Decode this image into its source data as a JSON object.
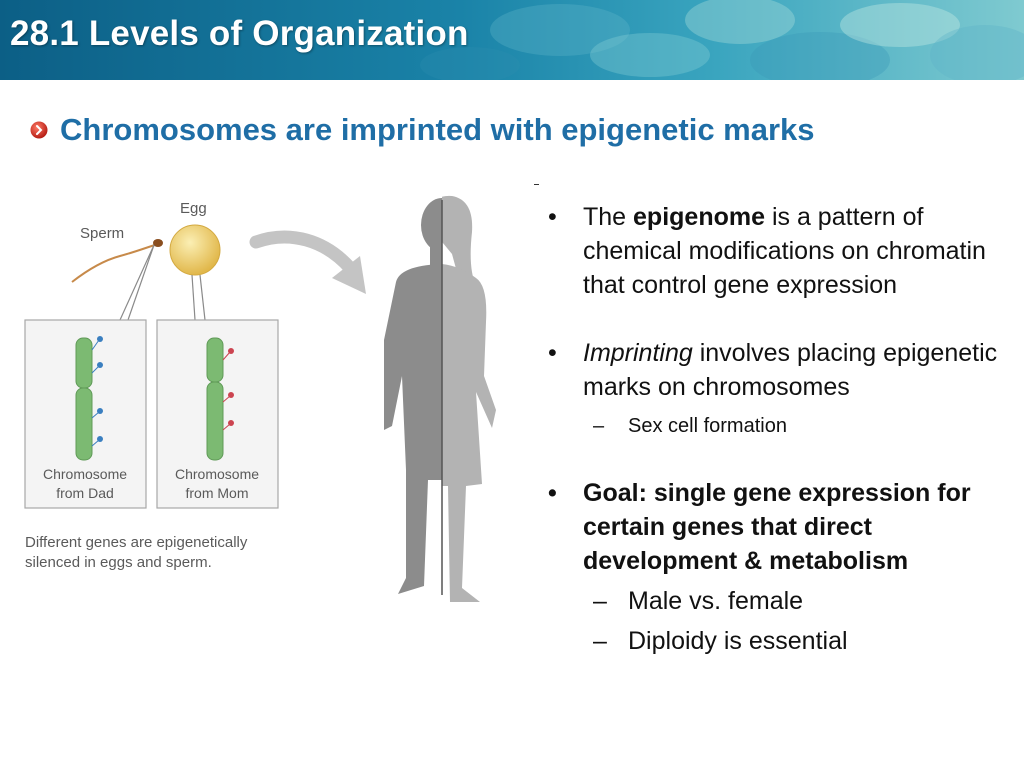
{
  "header": {
    "title": "28.1 Levels of Organization"
  },
  "slide": {
    "subtitle": "Chromosomes are imprinted with epigenetic marks"
  },
  "figure": {
    "labels": {
      "sperm": "Sperm",
      "egg": "Egg",
      "dad_line1": "Chromosome",
      "dad_line2": "from Dad",
      "mom_line1": "Chromosome",
      "mom_line2": "from Mom",
      "caption_line1": "Different genes are epigenetically",
      "caption_line2": "silenced in eggs and sperm."
    },
    "colors": {
      "dad_mark": "#3a7fc0",
      "mom_mark": "#cc4450",
      "chromosome": "#7cba72",
      "egg": "#e9c45a"
    }
  },
  "bullets": {
    "b1": {
      "pre": "The ",
      "bold": "epigenome",
      "post": " is a pattern of chemical modifications on chromatin that control gene expression"
    },
    "b2": {
      "italic": "Imprinting",
      "post": " involves placing epigenetic marks on chromosomes",
      "sub1": "Sex cell formation"
    },
    "b3": {
      "bold": "Goal: single gene expression for certain genes that direct development & metabolism",
      "sub1": "Male vs. female",
      "sub2": "Diploidy is essential"
    }
  },
  "markers": {
    "bullet": "•",
    "dash": "–"
  }
}
